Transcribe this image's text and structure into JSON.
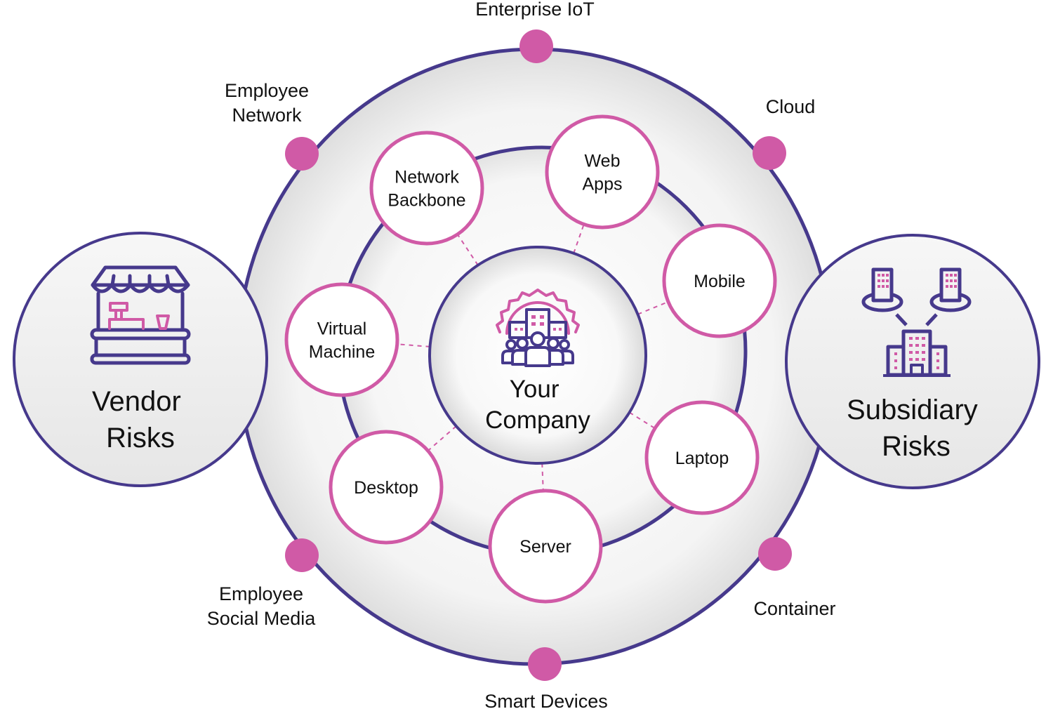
{
  "colors": {
    "ring": "#46398c",
    "accent": "#d05aa6",
    "text": "#111111",
    "node_fill": "#ffffff"
  },
  "center": {
    "icon": "company-gear-people-icon",
    "lines": [
      "Your",
      "Company"
    ]
  },
  "inner_nodes": [
    {
      "id": "network-backbone",
      "lines": [
        "Network",
        "Backbone"
      ]
    },
    {
      "id": "web-apps",
      "lines": [
        "Web",
        "Apps"
      ]
    },
    {
      "id": "mobile",
      "lines": [
        "Mobile"
      ]
    },
    {
      "id": "virtual-machine",
      "lines": [
        "Virtual",
        "Machine"
      ]
    },
    {
      "id": "desktop",
      "lines": [
        "Desktop"
      ]
    },
    {
      "id": "server",
      "lines": [
        "Server"
      ]
    },
    {
      "id": "laptop",
      "lines": [
        "Laptop"
      ]
    }
  ],
  "outer_points": [
    {
      "id": "enterprise-iot",
      "lines": [
        "Enterprise IoT"
      ]
    },
    {
      "id": "cloud",
      "lines": [
        "Cloud"
      ]
    },
    {
      "id": "container",
      "lines": [
        "Container"
      ]
    },
    {
      "id": "smart-devices",
      "lines": [
        "Smart Devices"
      ]
    },
    {
      "id": "employee-social-media",
      "lines": [
        "Employee",
        "Social Media"
      ]
    },
    {
      "id": "employee-network",
      "lines": [
        "Employee",
        "Network"
      ]
    }
  ],
  "side_circles": {
    "vendor": {
      "icon": "market-stall-icon",
      "lines": [
        "Vendor",
        "Risks"
      ]
    },
    "subsidiary": {
      "icon": "subsidiary-buildings-icon",
      "lines": [
        "Subsidiary",
        "Risks"
      ]
    }
  }
}
